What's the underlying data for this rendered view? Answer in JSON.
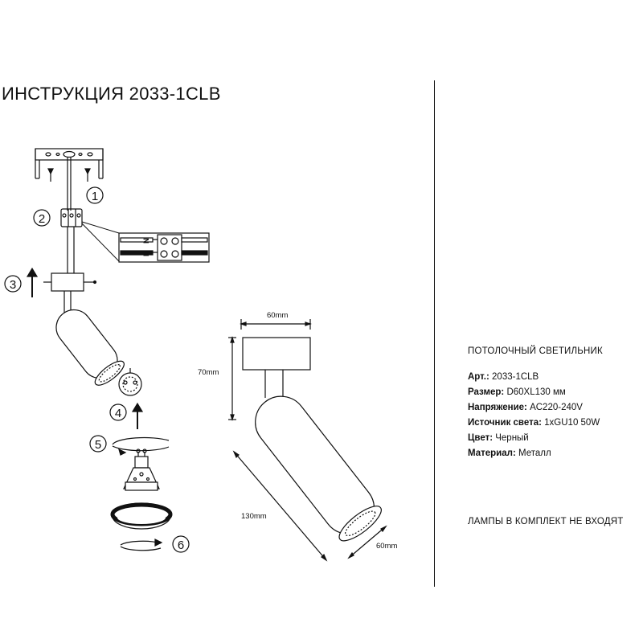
{
  "title": "ИНСТРУКЦИЯ 2033-1CLB",
  "steps": [
    "1",
    "2",
    "3",
    "4",
    "5",
    "6"
  ],
  "wire_labels": {
    "neutral": "N",
    "live": "L"
  },
  "dimensions": {
    "top_width": "60mm",
    "height": "70mm",
    "length": "130mm",
    "diameter": "60mm"
  },
  "specs": {
    "heading": "ПОТОЛОЧНЫЙ СВЕТИЛЬНИК",
    "rows": [
      {
        "label": "Арт.:",
        "value": "2033-1CLB"
      },
      {
        "label": "Размер:",
        "value": "D60XL130 мм"
      },
      {
        "label": "Напряжение:",
        "value": "AC220-240V"
      },
      {
        "label": "Источник света:",
        "value": "1xGU10 50W"
      },
      {
        "label": "Цвет:",
        "value": "Черный"
      },
      {
        "label": "Материал:",
        "value": "Металл"
      }
    ]
  },
  "note": "ЛАМПЫ В КОМПЛЕКТ НЕ ВХОДЯТ"
}
